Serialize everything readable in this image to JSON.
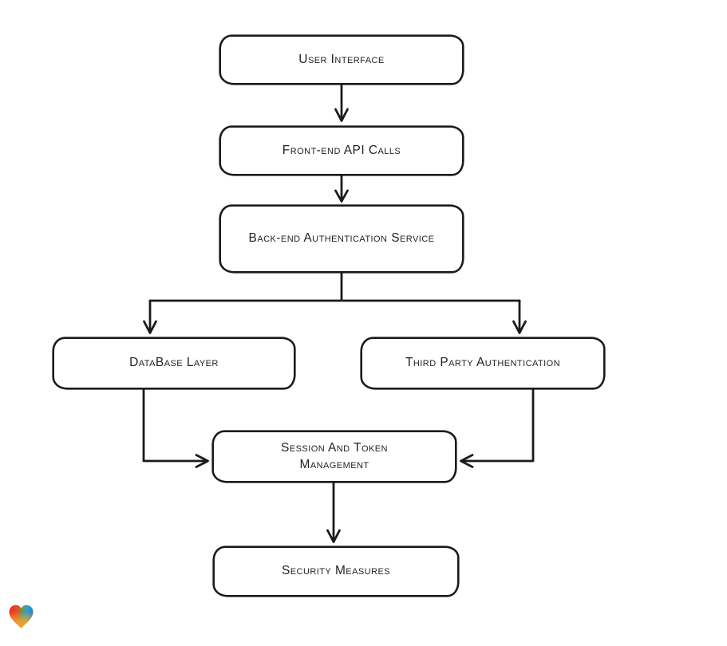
{
  "page": {
    "background": "#ffffff"
  },
  "diagram": {
    "type": "flowchart",
    "style": "hand-drawn",
    "stroke_color": "#1b1b1b",
    "node_fill": "#ffffff",
    "nodes": [
      {
        "id": "user-interface",
        "label": "User Interface"
      },
      {
        "id": "front-end-api-calls",
        "label": "Front-end API Calls"
      },
      {
        "id": "back-end-authentication-service",
        "label": "Back-end Authentication Service"
      },
      {
        "id": "database-layer",
        "label": "DataBase Layer"
      },
      {
        "id": "third-party-authentication",
        "label": "Third Party Authentication"
      },
      {
        "id": "session-and-token-management",
        "label": "Session And Token Management"
      },
      {
        "id": "security-measures",
        "label": "Security Measures"
      }
    ],
    "edges": [
      {
        "from": "user-interface",
        "to": "front-end-api-calls"
      },
      {
        "from": "front-end-api-calls",
        "to": "back-end-authentication-service"
      },
      {
        "from": "back-end-authentication-service",
        "to": "database-layer"
      },
      {
        "from": "back-end-authentication-service",
        "to": "third-party-authentication"
      },
      {
        "from": "database-layer",
        "to": "session-and-token-management"
      },
      {
        "from": "third-party-authentication",
        "to": "session-and-token-management"
      },
      {
        "from": "session-and-token-management",
        "to": "security-measures"
      }
    ]
  },
  "logo": {
    "icon": "gradient-heart-icon",
    "colors": {
      "red": "#e62e24",
      "green": "#58a15a",
      "blue": "#2b84c8",
      "orange": "#f6a02b"
    }
  }
}
